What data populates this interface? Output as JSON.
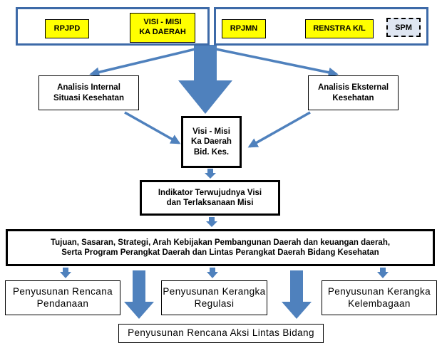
{
  "top_left": {
    "rpjpd": "RPJPD",
    "visi_misi_daerah": "VISI - MISI\nKA DAERAH"
  },
  "top_right": {
    "rpjmn": "RPJMN",
    "renstra": "RENSTRA K/L",
    "spm": "SPM"
  },
  "analisis_internal": "Analisis Internal\nSituasi Kesehatan",
  "analisis_eksternal": "Analisis Eksternal\nKesehatan",
  "visi_misi_bidkes": "Visi - Misi\nKa Daerah\nBid. Kes.",
  "indikator": "Indikator Terwujudnya Visi\ndan Terlaksanaan Misi",
  "tujuan": "Tujuan, Sasaran, Strategi, Arah Kebijakan Pembangunan Daerah dan keuangan daerah,\nSerta Program Perangkat Daerah dan Lintas Perangkat Daerah Bidang Kesehatan",
  "pendanaan": "Penyusunan Rencana\nPendanaan",
  "regulasi": "Penyusunan Kerangka\nRegulasi",
  "kelembagaan": "Penyusunan Kerangka\nKelembagaan",
  "rencana_aksi": "Penyusunan Rencana Aksi Lintas Bidang",
  "colors": {
    "arrow": "#4f81bd",
    "frame": "#3d6aa8",
    "highlight": "#ffff00",
    "spm_fill": "#dfe6f2"
  }
}
